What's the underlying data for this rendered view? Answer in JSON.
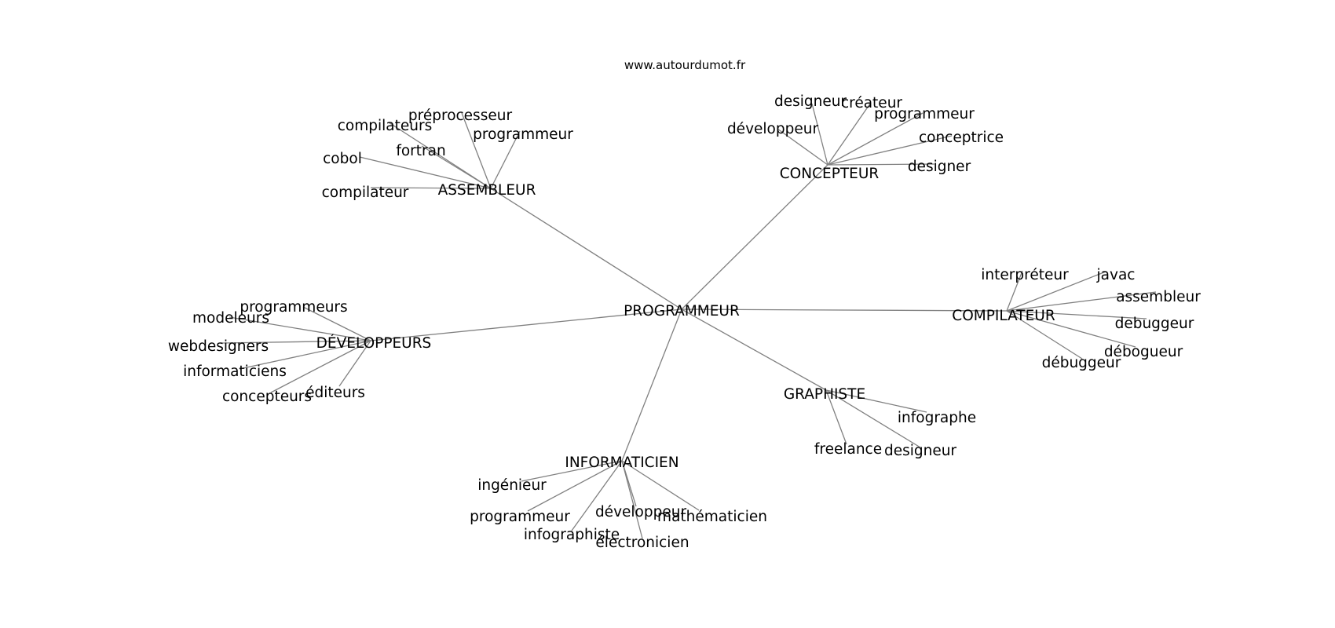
{
  "source": "www.autourdumot.fr",
  "center": "PROGRAMMEUR",
  "hubs": [
    {
      "label": "ASSEMBLEUR",
      "words": [
        "préprocesseur",
        "compilateurs",
        "programmeur",
        "fortran",
        "cobol",
        "compilateur"
      ]
    },
    {
      "label": "CONCEPTEUR",
      "words": [
        "designeur",
        "créateur",
        "programmeur",
        "développeur",
        "conceptrice",
        "designer"
      ]
    },
    {
      "label": "COMPILATEUR",
      "words": [
        "interpréteur",
        "javac",
        "assembleur",
        "debuggeur",
        "débogueur",
        "débuggeur"
      ]
    },
    {
      "label": "DÉVELOPPEURS",
      "words": [
        "programmeurs",
        "modeleurs",
        "webdesigners",
        "informaticiens",
        "concepteurs",
        "éditeurs"
      ]
    },
    {
      "label": "GRAPHISTE",
      "words": [
        "infographe",
        "freelance",
        "designeur"
      ]
    },
    {
      "label": "INFORMATICIEN",
      "words": [
        "ingénieur",
        "programmeur",
        "développeur",
        "mathématicien",
        "infographiste",
        "électronicien"
      ]
    }
  ]
}
